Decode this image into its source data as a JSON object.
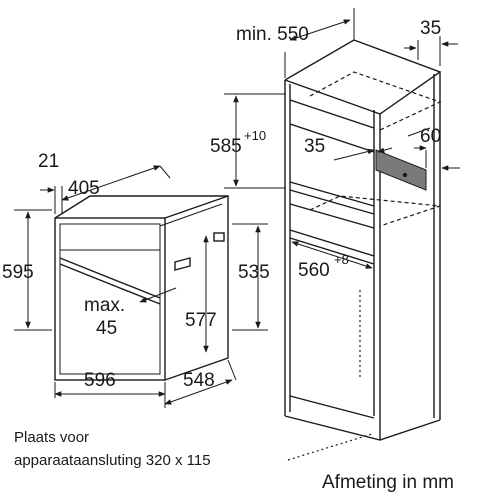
{
  "oven": {
    "depth_front": "21",
    "depth_body": "405",
    "height": "595",
    "width": "596",
    "depth": "548",
    "inner_height": "577",
    "max_label_line1": "max.",
    "max_label_line2": "45",
    "height_right": "535"
  },
  "cabinet": {
    "min_width": "min. 550",
    "back_gap": "35",
    "niche_height_base": "585",
    "niche_height_tol": "+10",
    "shelf_gap": "35",
    "vent_depth": "60",
    "niche_inner_base": "560",
    "niche_inner_tol": "+8"
  },
  "footer": {
    "note_line1": "Plaats voor",
    "note_line2": "apparaataansluting 320 x 115",
    "unit_label": "Afmeting in mm"
  }
}
